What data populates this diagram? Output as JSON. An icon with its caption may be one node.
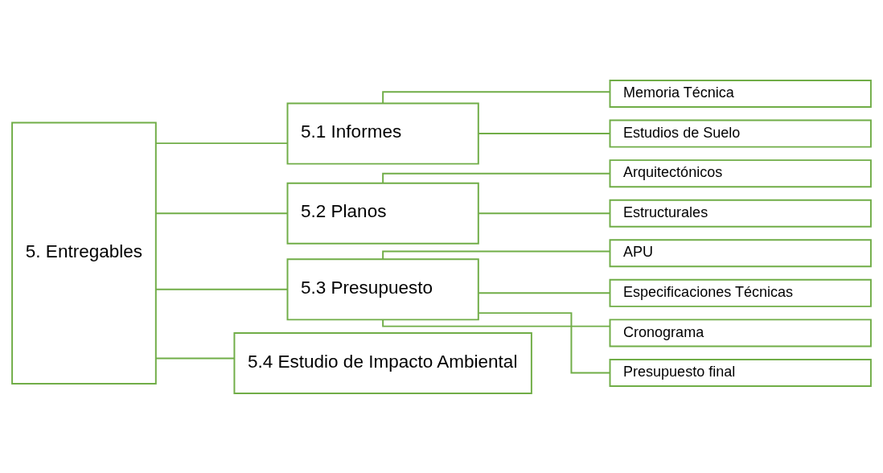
{
  "diagram": {
    "nodes": [
      {
        "text": [
          "5. Entregables"
        ]
      },
      {
        "text": [
          "5.1 Informes"
        ]
      },
      {
        "text": [
          "Memoria Técnica"
        ]
      },
      {
        "text": [
          "Estudios de Suelo"
        ]
      },
      {
        "text": [
          "5.2 Planos"
        ]
      },
      {
        "text": [
          "Arquitectónicos"
        ]
      },
      {
        "text": [
          "Estructurales"
        ]
      },
      {
        "text": [
          "5.3 Presupuesto"
        ]
      },
      {
        "text": [
          "APU"
        ]
      },
      {
        "text": [
          "Especificaciones Técnicas"
        ]
      },
      {
        "text": [
          "Cronograma"
        ]
      },
      {
        "text": [
          "Presupuesto final"
        ]
      },
      {
        "text": [
          "5.4 Estudio de Impacto Ambiental"
        ]
      }
    ],
    "edges": [
      {
        "from": 0,
        "to": 1,
        "arrow": "none"
      },
      {
        "from": 0,
        "to": 4,
        "arrow": "none"
      },
      {
        "from": 0,
        "to": 7,
        "arrow": "none"
      },
      {
        "from": 0,
        "to": 12,
        "arrow": "none"
      },
      {
        "from": 1,
        "to": 2,
        "arrow": "none"
      },
      {
        "from": 1,
        "to": 3,
        "arrow": "none"
      },
      {
        "from": 4,
        "to": 5,
        "arrow": "none"
      },
      {
        "from": 4,
        "to": 6,
        "arrow": "none"
      },
      {
        "from": 7,
        "to": 8,
        "arrow": "none"
      },
      {
        "from": 7,
        "to": 9,
        "arrow": "none"
      },
      {
        "from": 7,
        "to": 10,
        "arrow": "none"
      },
      {
        "from": 7,
        "to": 11,
        "arrow": "none"
      }
    ]
  }
}
